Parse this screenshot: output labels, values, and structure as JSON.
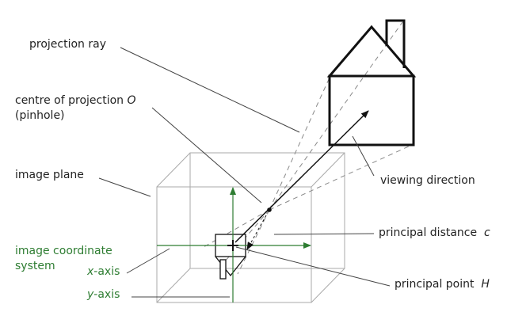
{
  "labels": {
    "projection_ray": "projection ray",
    "centre_line1_text": "centre of projection ",
    "centre_line1_symbol": "O",
    "centre_line2": "(pinhole)",
    "image_plane": "image plane",
    "image_coord_line1": "image coordinate",
    "image_coord_line2": "system",
    "x_axis_symbol": "x",
    "x_axis_text": "-axis",
    "y_axis_symbol": "y",
    "y_axis_text": "-axis",
    "viewing_direction": "viewing direction",
    "principal_distance_text": "principal distance",
    "principal_distance_symbol": "c",
    "principal_point_text": "principal point",
    "principal_point_symbol": "H"
  },
  "colors": {
    "ink": "#111111",
    "box_edges": "#aaaaaa",
    "leader_lines": "#444444",
    "coordinate_system": "#2e7d32"
  }
}
